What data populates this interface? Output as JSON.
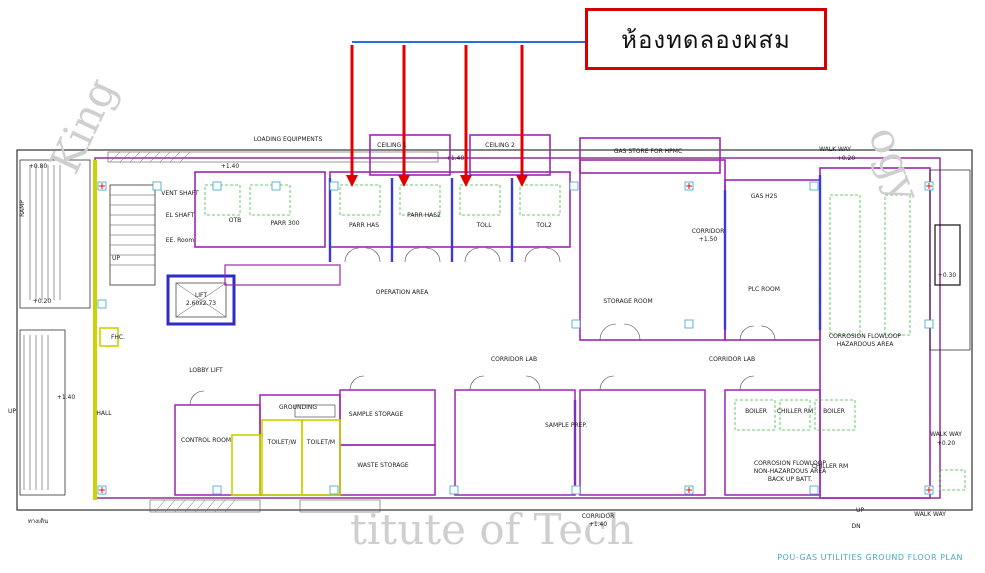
{
  "callout": {
    "text": "ห้องทดลองผสม",
    "border_color": "#d40000",
    "arrow_color": "#e00000",
    "line_color": "#2b6fd6"
  },
  "drawing_title": "POU-GAS UTILITIES GROUND FLOOR PLAN",
  "watermark": {
    "left": "King",
    "bottom": "titute of Tech",
    "right": "ogy"
  },
  "rooms": {
    "loading": "LOADING EQUIPMENTS",
    "ceiling1": "CEILING 1",
    "ceiling2": "CEILING 2",
    "gas_store": "GAS STORE FOR HPMC",
    "walkway_top": "WALK WAY",
    "vent_shaft": "VENT SHAFT",
    "el_shaft": "EL SHAFT",
    "el_room": "EE. Room",
    "otb": "OTB",
    "parr300": "PARR 300",
    "parr_has": "PARR HAS",
    "parr_has2": "PARR HAS2",
    "toll": "TOLL",
    "toll2": "TOL2",
    "gas_h2s": "GAS H2S",
    "corridor_a": "CORRIDOR",
    "lift": "LIFT",
    "lift_size": "2.60x2.73",
    "operation": "OPERATION AREA",
    "storage": "STORAGE ROOM",
    "plc": "PLC ROOM",
    "corrosion_haz": "CORROSION FLOWLOOP",
    "corrosion_haz2": "HAZARDOUS AREA",
    "fhc": "FHC.",
    "lobby": "LOBBY LIFT",
    "corridor_lab1": "CORRIDOR LAB",
    "corridor_lab2": "CORRIDOR LAB",
    "hall": "HALL",
    "grounding": "GROUNDING",
    "sample_storage": "SAMPLE STORAGE",
    "control": "CONTROL ROOM",
    "toilet_m": "TOILET/W",
    "toilet_w": "TOILET/M",
    "waste": "WASTE STORAGE",
    "sample_prep": "SAMPLE PREP.",
    "boiler": "BOILER",
    "chiller": "CHILLER RM",
    "boiler2": "BOILER",
    "chiller2": "CHILLER RM",
    "corrosion_non": "CORROSION FLOWLOOP",
    "corrosion_non2": "NON-HAZARDOUS AREA",
    "backup": "BACK UP BATT.",
    "corridor_bottom": "CORRIDOR",
    "walkway_right": "WALK WAY",
    "walkway_bottom": "WALK WAY",
    "ramp": "RAMP",
    "sidewalk": "ทางเดิน",
    "up1": "UP",
    "up2": "UP",
    "up3": "UP",
    "dn": "DN"
  },
  "levels": {
    "l080": "+0.80",
    "l020": "+0.20",
    "l140a": "+1.40",
    "l140b": "+1.40",
    "l150": "+1.50",
    "l130": "+0.30",
    "l020b": "+0.20",
    "l020c": "+0.20",
    "l140c": "+1.40",
    "l140d": "+1.40"
  }
}
